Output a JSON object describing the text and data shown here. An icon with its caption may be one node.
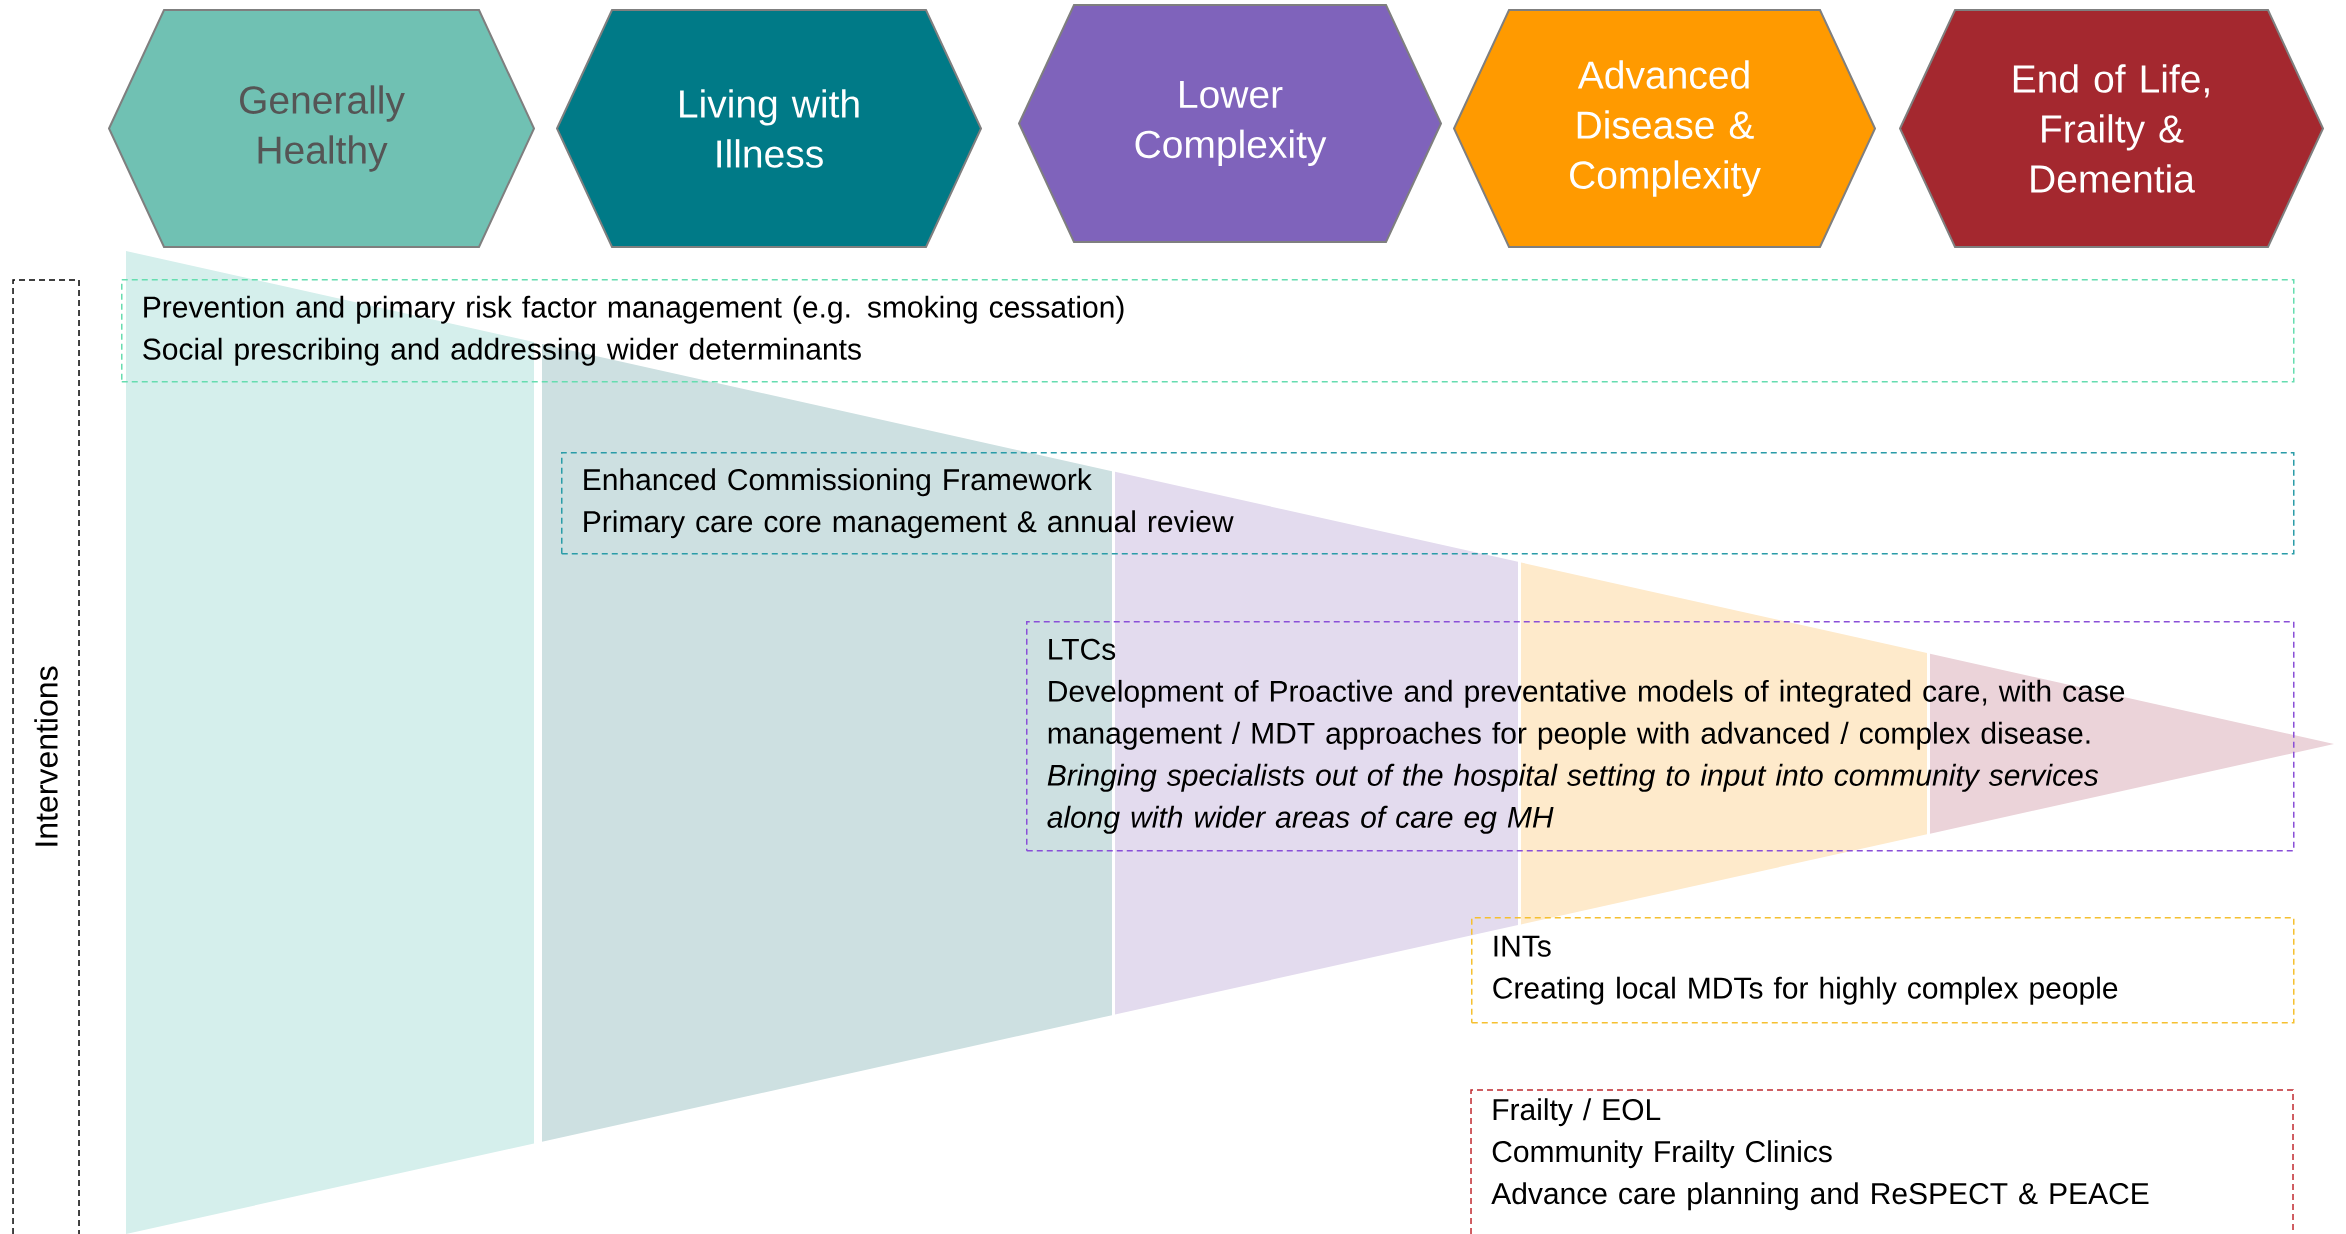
{
  "diagram": {
    "nodes": [
      {
        "text": [
          "Generally Healthy"
        ]
      },
      {
        "text": [
          "Living with Illness"
        ]
      },
      {
        "text": [
          "Lower Complexity"
        ]
      },
      {
        "text": [
          "Advanced Disease & Complexity"
        ]
      },
      {
        "text": [
          "End of Life, Frailty & Dementia"
        ]
      },
      {
        "text": [
          "Interventions"
        ]
      },
      {
        "text": [
          "Prevention and primary risk factor management (e.g. smoking cessation)",
          "Social prescribing and addressing wider determinants"
        ]
      },
      {
        "text": [
          "Enhanced Commissioning Framework",
          "Primary care core management & annual review"
        ]
      },
      {
        "text": [
          "LTCs",
          "Development of Proactive and preventative models of integrated care, with case management / MDT approaches for people with advanced / complex disease. *Bringing specialists out of the hospital setting to input into community services along with wider areas of care eg MH*"
        ]
      },
      {
        "text": [
          "INTs",
          "Creating local MDTs for highly complex people"
        ]
      },
      {
        "text": [
          "Frailty / EOL",
          "Community Frailty Clinics",
          "Advance care planning and ReSPECT & PEACE"
        ]
      }
    ],
    "edges": []
  }
}
